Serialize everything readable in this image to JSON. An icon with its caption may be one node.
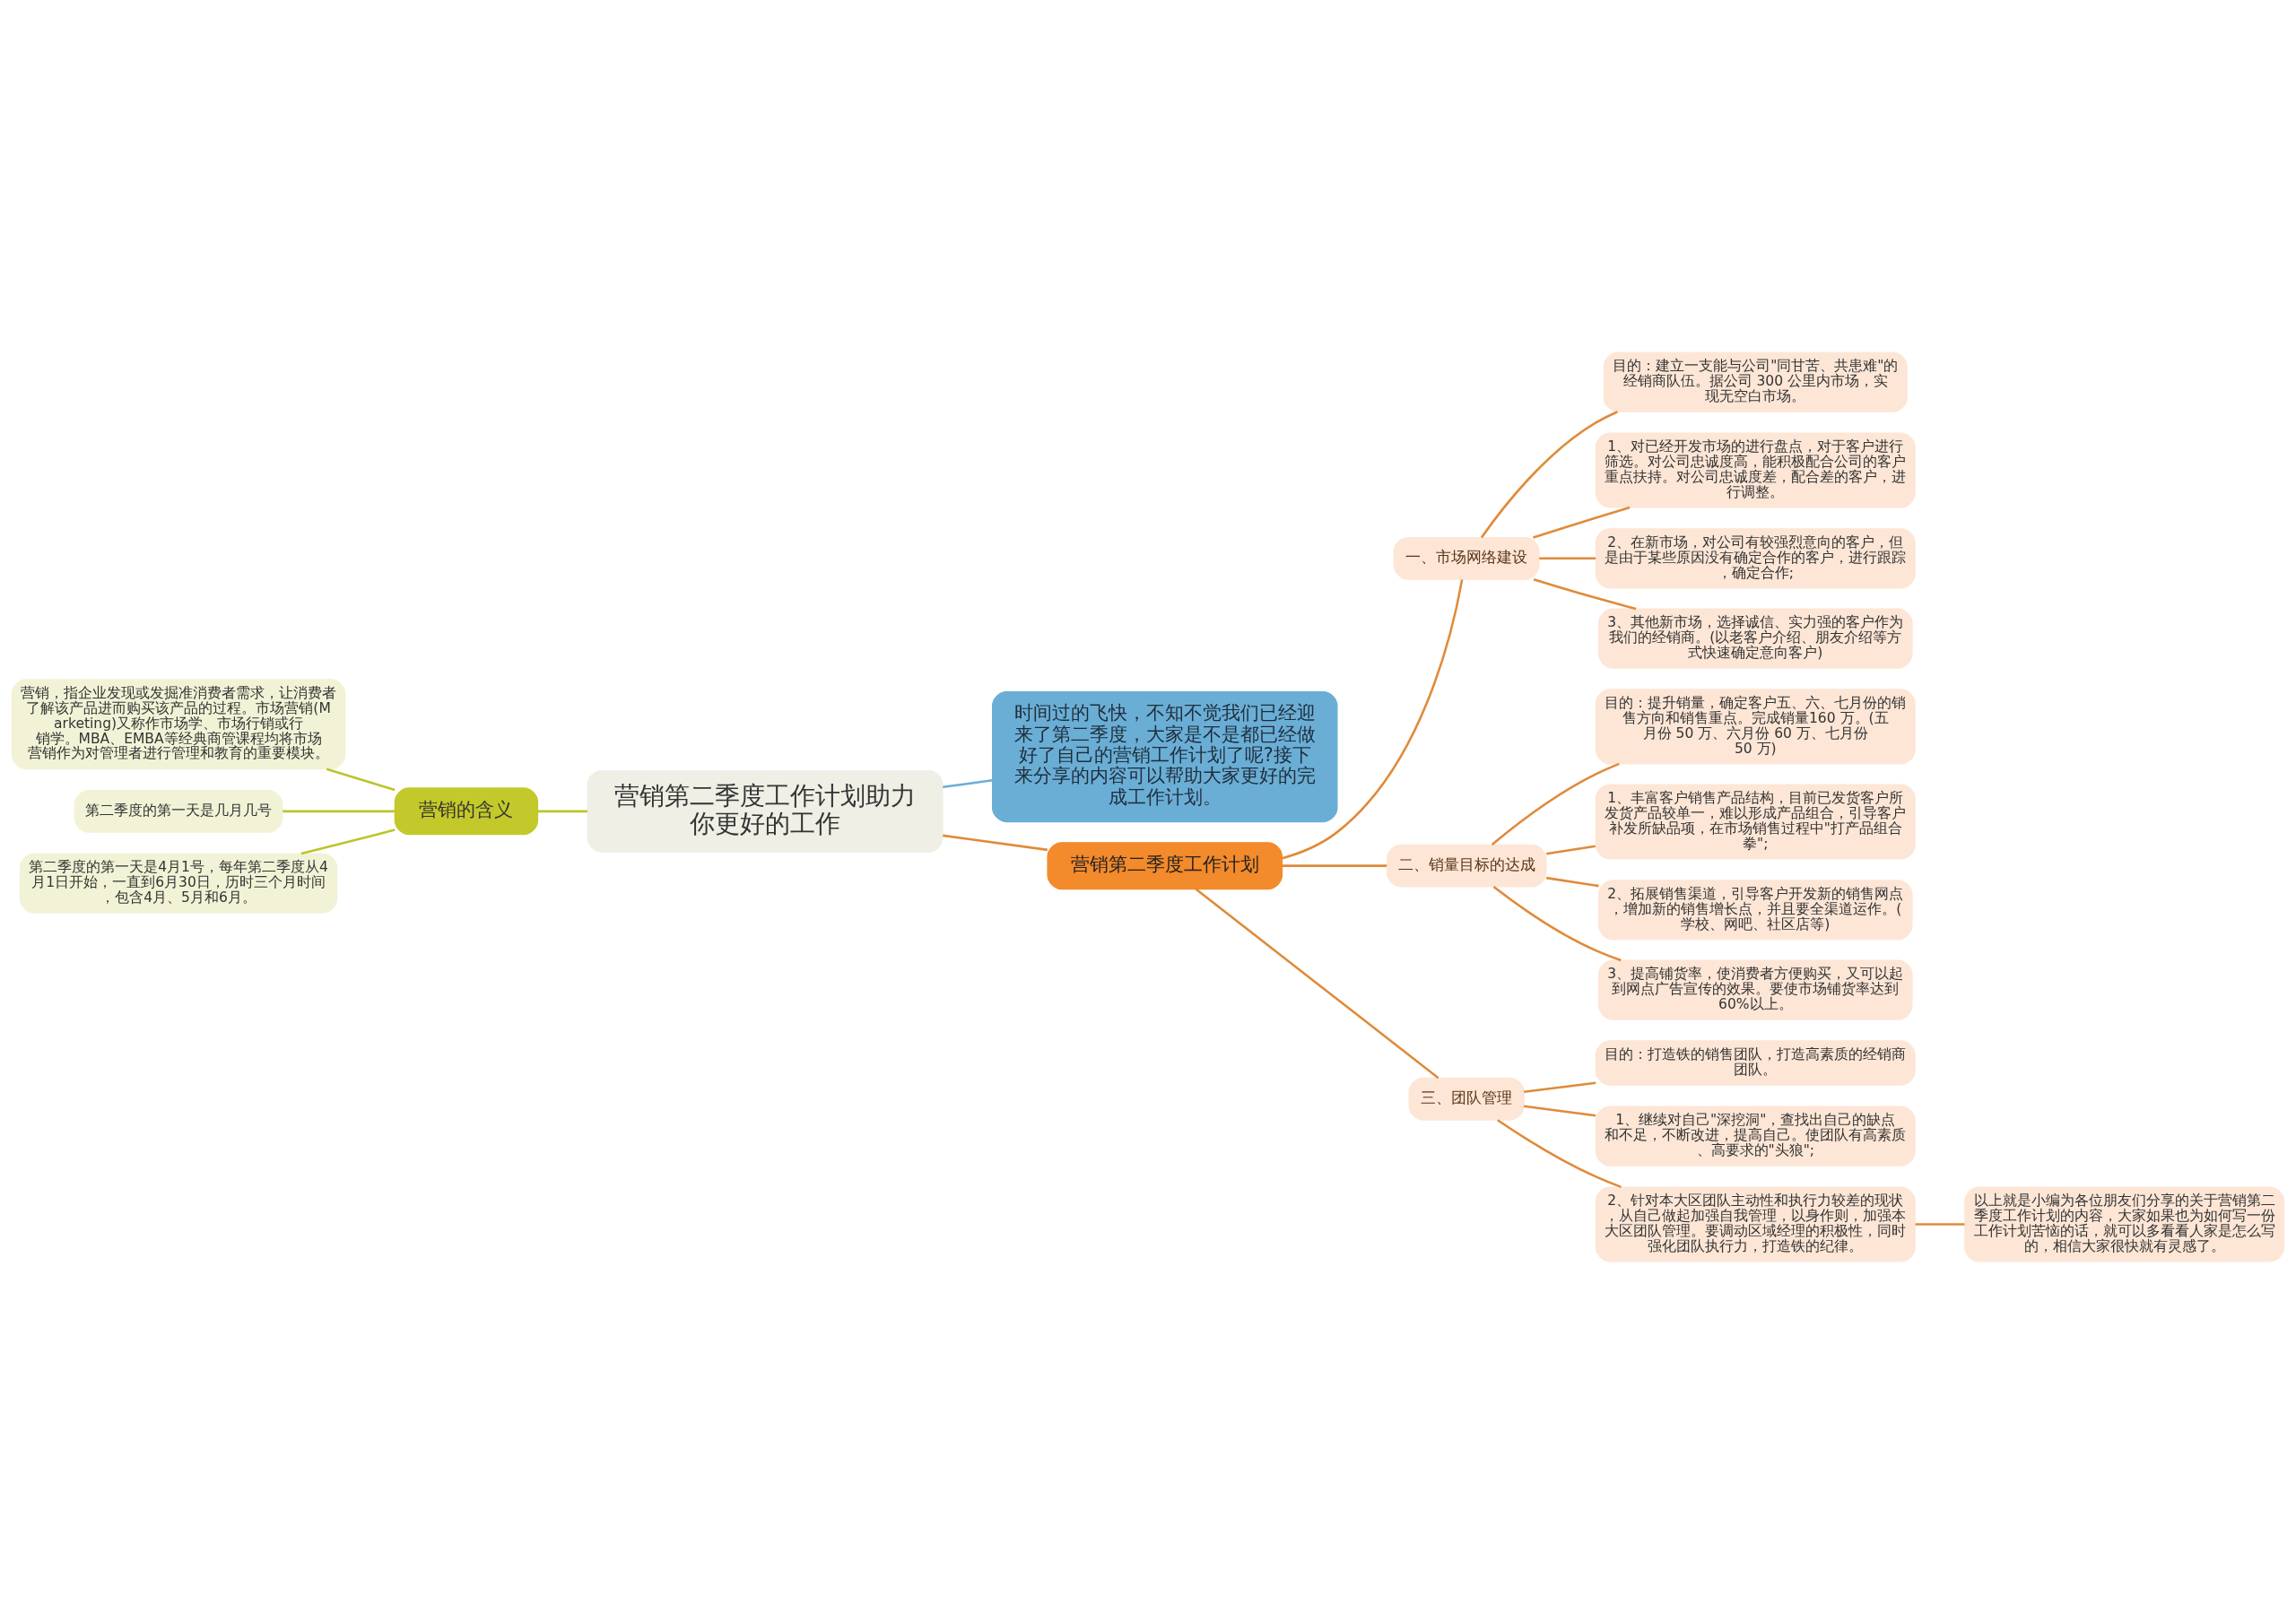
{
  "diagram": {
    "nodes": [
      {
        "text": [
          "营销第二季度工作计划助力你更好的工作"
        ]
      },
      {
        "text": [
          "时间过的飞快，不知不觉我们已经迎来了第二季度，大家是不是都已经做好了自己的营销工作计划了呢?接下来分享的内容可以帮助大家更好的完成工作计划。"
        ]
      },
      {
        "text": [
          "营销的含义"
        ]
      },
      {
        "text": [
          "营销，指企业发现或发掘准消费者需求，让消费者了解该产品进而购买该产品的过程。市场营销(Marketing)又称作市场学、市场行销或行销学。MBA、EMBA等经典商管课程均将市场营销作为对管理者进行管理和教育的重要模块。"
        ]
      },
      {
        "text": [
          "第二季度的第一天是几月几号"
        ]
      },
      {
        "text": [
          "第二季度的第一天是4月1号，每年第二季度从4月1日开始，一直到6月30日，历时三个月时间，包含4月、5月和6月。"
        ]
      },
      {
        "text": [
          "营销第二季度工作计划"
        ]
      },
      {
        "text": [
          "一、市场网络建设"
        ]
      },
      {
        "text": [
          "目的：建立一支能与公司\"同甘苦、共患难\"的经销商队伍。据公司 300 公里内市场，实现无空白市场。"
        ]
      },
      {
        "text": [
          "1、对已经开发市场的进行盘点，对于客户进行筛选。对公司忠诚度高，能积极配合公司的客户重点扶持。对公司忠诚度差，配合差的客户，进行调整。"
        ]
      },
      {
        "text": [
          "2、在新市场，对公司有较强烈意向的客户，但是由于某些原因没有确定合作的客户，进行跟踪，确定合作;"
        ]
      },
      {
        "text": [
          "3、其他新市场，选择诚信、实力强的客户作为我们的经销商。(以老客户介绍、朋友介绍等方式快速确定意向客户)"
        ]
      },
      {
        "text": [
          "二、销量目标的达成"
        ]
      },
      {
        "text": [
          "目的：提升销量，确定客户五、六、七月份的销售方向和销售重点。完成销量160 万。(五月份 50 万、六月份 60 万、七月份 50 万)"
        ]
      },
      {
        "text": [
          "1、丰富客户销售产品结构，目前已发货客户所发货产品较单一，难以形成产品组合，引导客户补发所缺品项，在市场销售过程中\"打产品组合拳\";"
        ]
      },
      {
        "text": [
          "2、拓展销售渠道，引导客户开发新的销售网点，增加新的销售增长点，并且要全渠道运作。(学校、网吧、社区店等)"
        ]
      },
      {
        "text": [
          "3、提高铺货率，使消费者方便购买，又可以起到网点广告宣传的效果。要使市场铺货率达到 60%以上。"
        ]
      },
      {
        "text": [
          "三、团队管理"
        ]
      },
      {
        "text": [
          "目的：打造铁的销售团队，打造高素质的经销商团队。"
        ]
      },
      {
        "text": [
          "1、继续对自己\"深挖洞\"，查找出自己的缺点和不足，不断改进，提高自己。使团队有高素质、高要求的\"头狼\";"
        ]
      },
      {
        "text": [
          "2、针对本大区团队主动性和执行力较差的现状，从自己做起加强自我管理，以身作则，加强本大区团队管理。要调动区域经理的积极性，同时强化团队执行力，打造铁的纪律。"
        ]
      },
      {
        "text": [
          "以上就是小编为各位朋友们分享的关于营销第二季度工作计划的内容，大家如果也为如何写一份工作计划苦恼的话，就可以多看看人家是怎么写的，相信大家很快就有灵感了。"
        ]
      }
    ],
    "edges": [
      {
        "from": 0,
        "to": 1,
        "arrow": "none",
        "color": "#6aaed6"
      },
      {
        "from": 0,
        "to": 2,
        "arrow": "none",
        "color": "#bcc42a"
      },
      {
        "from": 2,
        "to": 3,
        "arrow": "none",
        "color": "#bcc42a"
      },
      {
        "from": 2,
        "to": 4,
        "arrow": "none",
        "color": "#bcc42a"
      },
      {
        "from": 2,
        "to": 5,
        "arrow": "none",
        "color": "#bcc42a"
      },
      {
        "from": 0,
        "to": 6,
        "arrow": "none"
      },
      {
        "from": 6,
        "to": 7,
        "arrow": "none"
      },
      {
        "from": 7,
        "to": 8,
        "arrow": "none"
      },
      {
        "from": 7,
        "to": 9,
        "arrow": "none"
      },
      {
        "from": 7,
        "to": 10,
        "arrow": "none"
      },
      {
        "from": 7,
        "to": 11,
        "arrow": "none"
      },
      {
        "from": 6,
        "to": 12,
        "arrow": "none"
      },
      {
        "from": 12,
        "to": 13,
        "arrow": "none"
      },
      {
        "from": 12,
        "to": 14,
        "arrow": "none"
      },
      {
        "from": 12,
        "to": 15,
        "arrow": "none"
      },
      {
        "from": 12,
        "to": 16,
        "arrow": "none"
      },
      {
        "from": 6,
        "to": 17,
        "arrow": "none"
      },
      {
        "from": 17,
        "to": 18,
        "arrow": "none"
      },
      {
        "from": 17,
        "to": 19,
        "arrow": "none"
      },
      {
        "from": 17,
        "to": 20,
        "arrow": "none"
      },
      {
        "from": 20,
        "to": 21,
        "arrow": "none"
      }
    ]
  }
}
